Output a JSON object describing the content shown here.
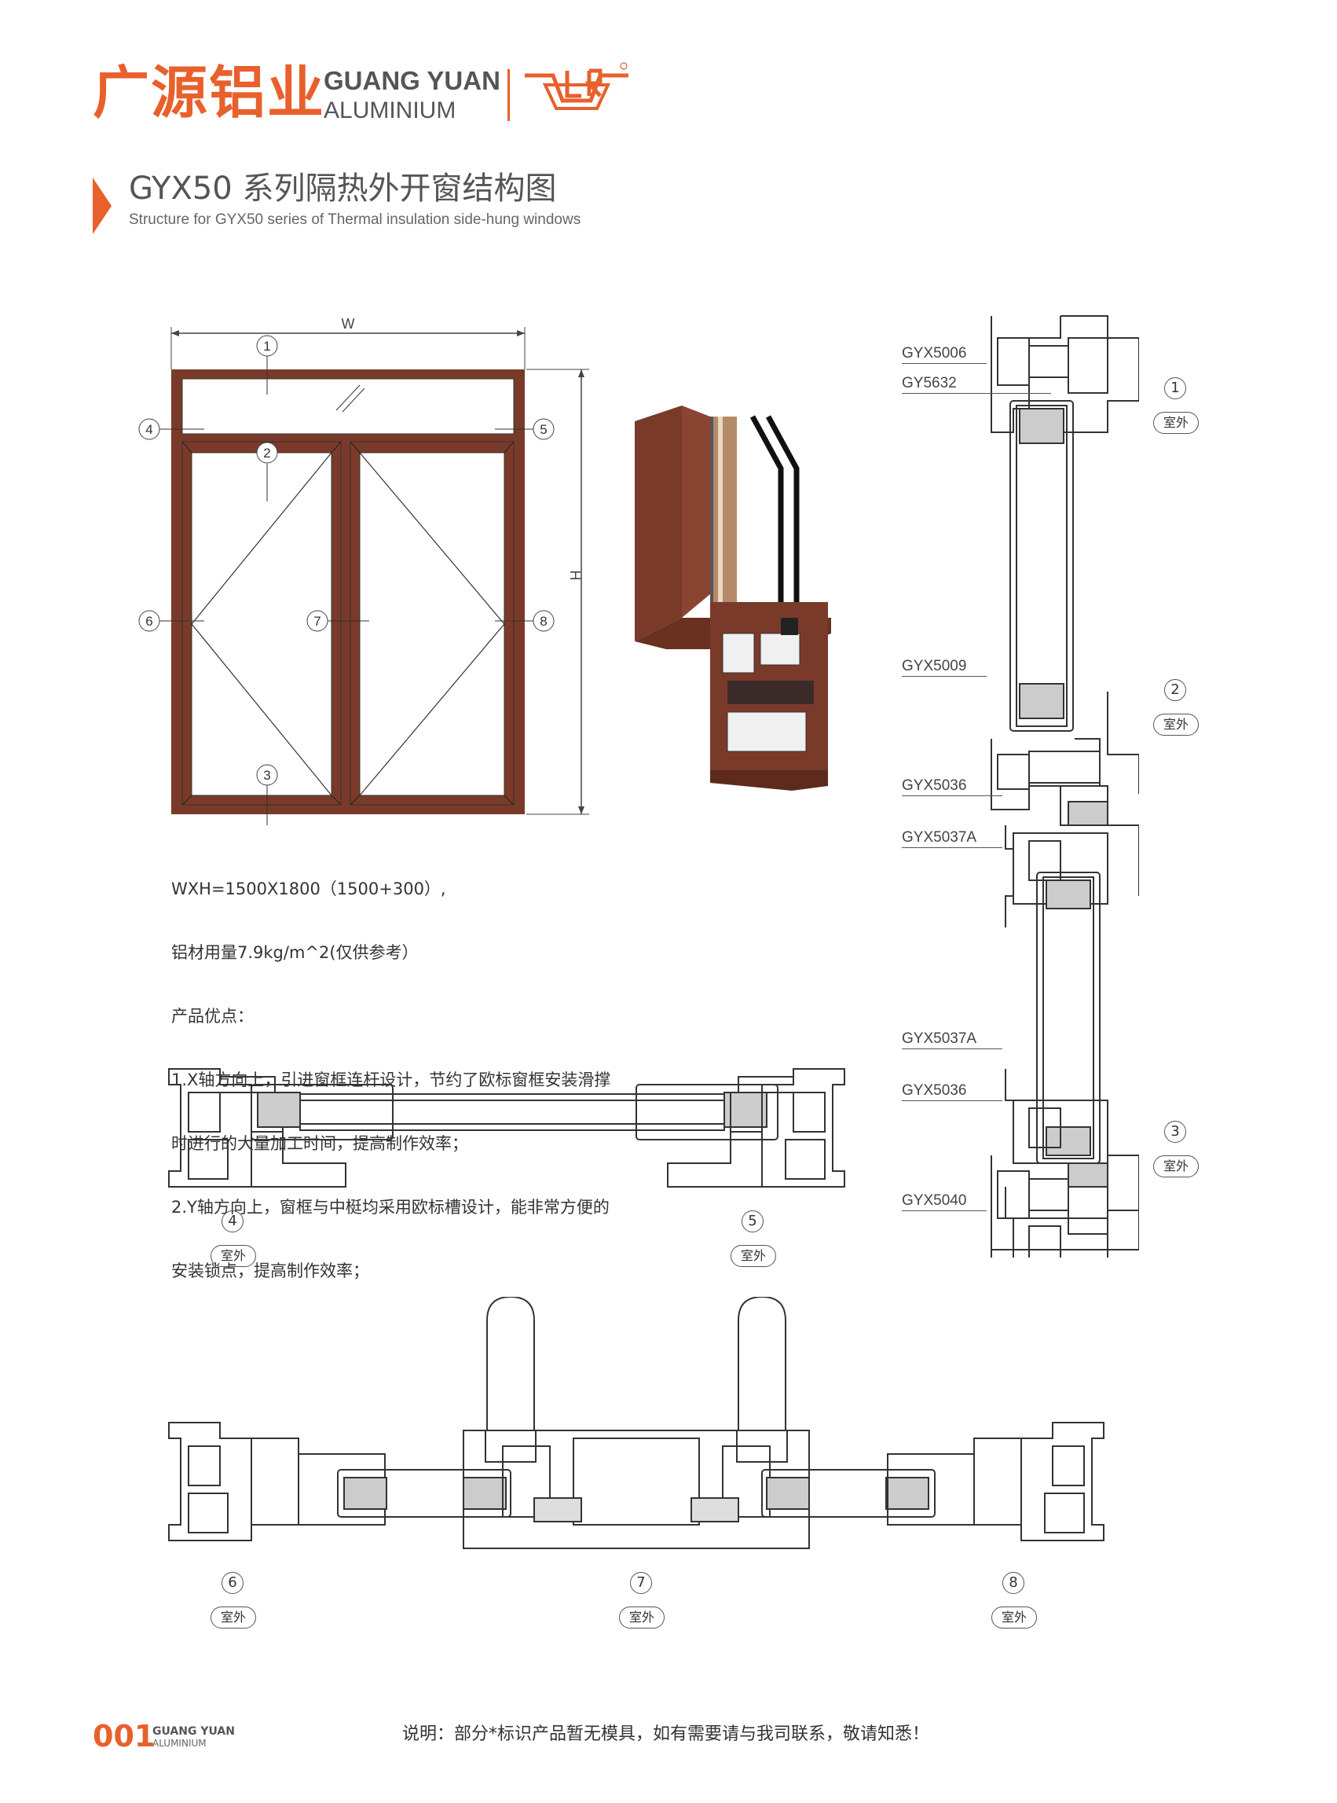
{
  "header": {
    "brand_cn": "广源铝业",
    "brand_en_line1": "GUANG YUAN",
    "brand_en_line2": "ALUMINIUM",
    "title_cn": "GYX50 系列隔热外开窗结构图",
    "title_en": "Structure for GYX50 series of Thermal insulation side-hung windows",
    "accent_color": "#e8602c"
  },
  "elevation": {
    "width_label": "W",
    "height_label": "H",
    "markers": [
      "1",
      "2",
      "3",
      "4",
      "5",
      "6",
      "7",
      "8"
    ]
  },
  "spec": {
    "lines": [
      "WXH=1500X1800（1500+300）,",
      "铝材用量7.9kg/m^2(仅供参考）",
      "产品优点：",
      "1.X轴方向上，引进窗框连杆设计，节约了欧标窗框安装滑撑",
      "时进行的大量加工时间，提高制作效率；",
      "2.Y轴方向上，窗框与中梃均采用欧标槽设计，能非常方便的",
      "安装锁点，提高制作效率；"
    ]
  },
  "vertical_section": {
    "part_labels": [
      "GYX5006",
      "GY5632",
      "GYX5009",
      "GYX5036",
      "GYX5037A",
      "GYX5037A",
      "GYX5036",
      "GYX5040"
    ],
    "markers": [
      "1",
      "2",
      "3"
    ],
    "outdoor_label": "室外"
  },
  "horizontal_sections": {
    "top_markers": [
      "4",
      "5"
    ],
    "bottom_markers": [
      "6",
      "7",
      "8"
    ],
    "outdoor_label": "室外"
  },
  "footer": {
    "page_number": "001",
    "brand_line1": "GUANG YUAN",
    "brand_line2": "ALUMINIUM",
    "note": "说明：部分*标识产品暂无模具，如有需要请与我司联系，敬请知悉！"
  },
  "colors": {
    "frame_brown": "#7a3a2a",
    "line_gray": "#555555"
  }
}
